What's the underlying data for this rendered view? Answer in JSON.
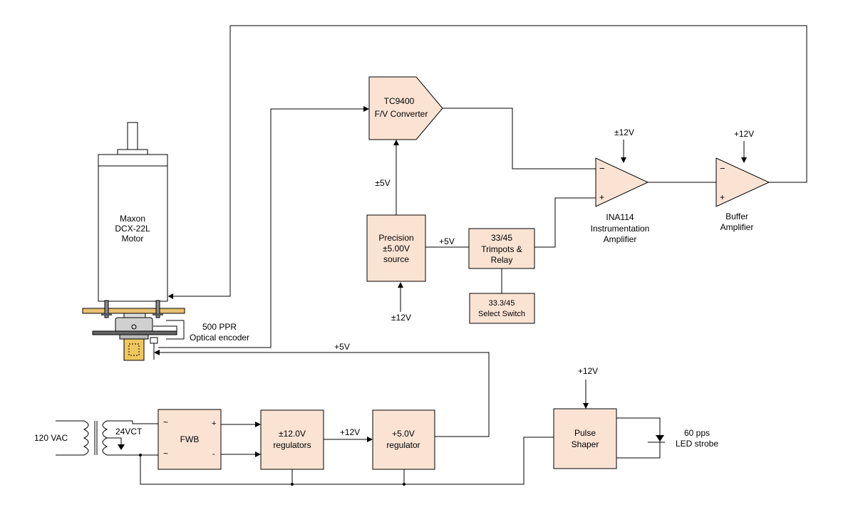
{
  "colors": {
    "block_fill": "#fbe3d3",
    "wire": "#000000",
    "motor_fill": "#ffffff",
    "plate": "#e8c170",
    "coupler": "#f0c75e"
  },
  "motor": {
    "lines": [
      "Maxon",
      "DCX-22L",
      "Motor"
    ]
  },
  "encoder": {
    "lines": [
      "500 PPR",
      "Optical encoder"
    ]
  },
  "fv_converter": {
    "lines": [
      "TC9400",
      "F/V Converter"
    ]
  },
  "precision_source": {
    "lines": [
      "Precision",
      "±5.00V",
      "source"
    ]
  },
  "trimpots": {
    "lines": [
      "33/45",
      "Trimpots &",
      "Relay"
    ]
  },
  "select_switch": {
    "lines": [
      "33.3/45",
      "Select Switch"
    ]
  },
  "ina114": {
    "lines": [
      "INA114",
      "Instrumentation",
      "Amplifier"
    ],
    "minus": "−",
    "plus": "+"
  },
  "buffer_amp": {
    "lines": [
      "Buffer",
      "Amplifier"
    ],
    "minus": "−",
    "plus": "+"
  },
  "fwb": {
    "label": "FWB",
    "ac1": "~",
    "ac2": "~",
    "plus": "+",
    "minus": "-"
  },
  "reg12": {
    "lines": [
      "±12.0V",
      "regulators"
    ]
  },
  "reg5": {
    "lines": [
      "+5.0V",
      "regulator"
    ]
  },
  "pulse_shaper": {
    "lines": [
      "Pulse",
      "Shaper"
    ]
  },
  "strobe": {
    "lines": [
      "60 pps",
      "LED strobe"
    ]
  },
  "mains": {
    "label": "120 VAC"
  },
  "transformer": {
    "label": "24VCT"
  },
  "rails": {
    "fv_supply": "±5V",
    "source_supply": "±12V",
    "source_out": "+5V",
    "ina_supply": "±12V",
    "buffer_supply": "+12V",
    "encoder_supply": "+5V",
    "reg_link": "+12V",
    "pulse_supply": "+12V"
  }
}
